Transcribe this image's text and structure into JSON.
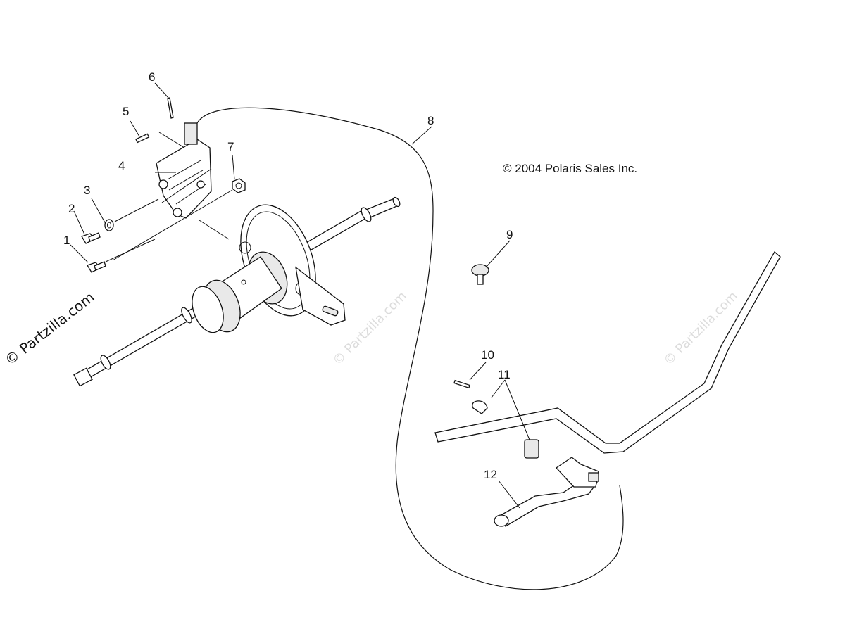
{
  "copyright": "© 2004 Polaris Sales Inc.",
  "watermark": {
    "main": "© Partzilla.com",
    "faint": "© Partzilla.com"
  },
  "callouts": {
    "c1": "1",
    "c2": "2",
    "c3": "3",
    "c4": "4",
    "c5": "5",
    "c6": "6",
    "c7": "7",
    "c8": "8",
    "c9": "9",
    "c10": "10",
    "c11": "11",
    "c12": "12"
  },
  "colors": {
    "ink": "#111111",
    "background": "#ffffff",
    "watermark": "#dcdcdc"
  }
}
